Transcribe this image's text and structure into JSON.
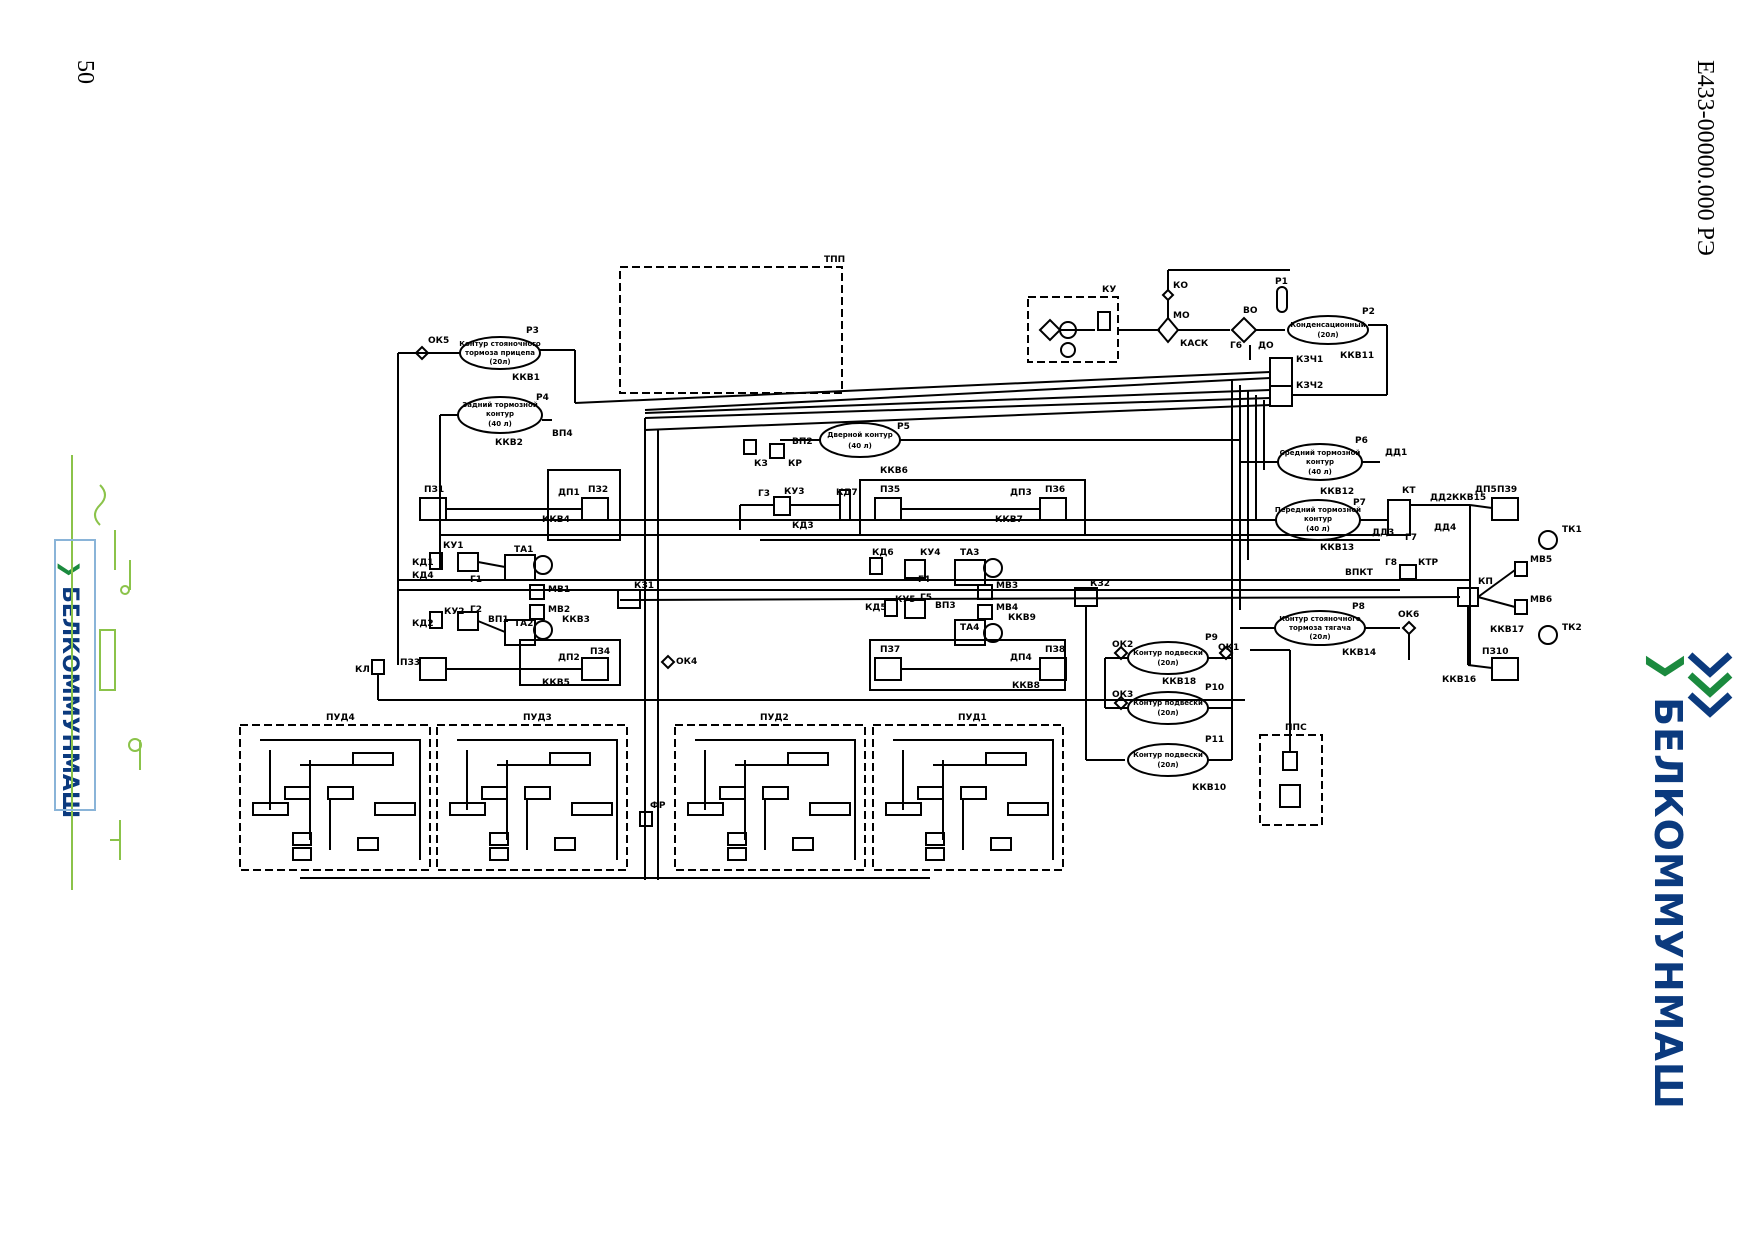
{
  "page": {
    "number": "50",
    "doc_code": "Е433-00000.000 РЭ",
    "brand": "БЕЛКОММУНМАШ"
  },
  "labels": {
    "tpp": "ТПП",
    "ku": "КУ",
    "ko": "КО",
    "mo": "МО",
    "kask": "КАСК",
    "r1": "Р1",
    "vo": "ВО",
    "r2": "Р2",
    "g6": "Г6",
    "do": "ДО",
    "kkv11": "ККВ11",
    "kzch1": "КЗЧ1",
    "kzch2": "КЗЧ2",
    "ok5": "ОК5",
    "r3": "Р3",
    "kkv1": "ККВ1",
    "r4": "Р4",
    "vp4": "ВП4",
    "kkv2": "ККВ2",
    "r5": "Р5",
    "vp2": "ВП2",
    "kz": "КЗ",
    "kr": "КР",
    "kkv6": "ККВ6",
    "r6": "Р6",
    "dd1": "ДД1",
    "kkv12": "ККВ12",
    "r7": "Р7",
    "kt": "КТ",
    "dd2": "ДД2",
    "dd3": "ДД3",
    "dd4": "ДД4",
    "g7": "Г7",
    "kkv13": "ККВ13",
    "kkv15": "ККВ15",
    "dp5": "ДП5",
    "pz9": "ПЗ9",
    "tk1": "ТК1",
    "mv5": "МВ5",
    "g8": "Г8",
    "ktr": "КТР",
    "vpkt": "ВПКТ",
    "kp": "КП",
    "mv6": "МВ6",
    "r8": "Р8",
    "kkv14": "ККВ14",
    "ok6": "ОК6",
    "kkv17": "ККВ17",
    "tk2": "ТК2",
    "kkv16": "ККВ16",
    "pz10": "ПЗ10",
    "pz1": "ПЗ1",
    "dp1": "ДП1",
    "pz2": "ПЗ2",
    "kkv4": "ККВ4",
    "ku1": "КУ1",
    "kd1": "КД1",
    "kd4": "КД4",
    "g1": "Г1",
    "ta1": "ТА1",
    "mv1": "МВ1",
    "ku2": "КУ2",
    "kd2": "КД2",
    "g2": "Г2",
    "vp1": "ВП1",
    "ta2": "ТА2",
    "mv2": "МВ2",
    "kkv3": "ККВ3",
    "kz1": "КЗ1",
    "kl": "КЛ",
    "pz3": "ПЗ3",
    "dp2": "ДП2",
    "pz4": "ПЗ4",
    "kkv5": "ККВ5",
    "ok4": "ОК4",
    "g3": "Г3",
    "ku3": "КУ3",
    "kd3": "КД3",
    "kd7": "КД7",
    "pz5": "ПЗ5",
    "dp3": "ДП3",
    "pz6": "ПЗ6",
    "kkv7": "ККВ7",
    "kd6": "КД6",
    "ku4": "КУ4",
    "g4": "Г4",
    "ta3": "ТА3",
    "mv3": "МВ3",
    "kd5": "КД5",
    "ku5": "КУ5",
    "g5": "Г5",
    "vp3": "ВП3",
    "mv4": "МВ4",
    "kkv9": "ККВ9",
    "ta4": "ТА4",
    "kz2": "КЗ2",
    "pz7": "ПЗ7",
    "dp4": "ДП4",
    "kkv8": "ККВ8",
    "pz8": "ПЗ8",
    "ok2": "ОК2",
    "r9": "Р9",
    "ok1": "ОК1",
    "kkv18": "ККВ18",
    "r10": "Р10",
    "ok3": "ОК3",
    "r11": "Р11",
    "kkv10": "ККВ10",
    "pps": "ППС",
    "fr": "ФР",
    "pud4": "ПУД4",
    "pud3": "ПУД3",
    "pud2": "ПУД2",
    "pud1": "ПУД1"
  },
  "receivers": {
    "r2_l1": "Конденсационный",
    "r2_l2": "(20л)",
    "r3_l1": "Контур стояночного",
    "r3_l2": "тормоза прицепа",
    "r3_l3": "(20л)",
    "r4_l1": "Задний тормозной",
    "r4_l2": "контур",
    "r4_l3": "(40 л)",
    "r5_l1": "Дверной контур",
    "r5_l2": "(40 л)",
    "r6_l1": "Средний тормозной",
    "r6_l2": "контур",
    "r6_l3": "(40 л)",
    "r7_l1": "Передний тормозной",
    "r7_l2": "контур",
    "r7_l3": "(40 л)",
    "r8_l1": "Контур стояночного",
    "r8_l2": "тормоза тягача",
    "r8_l3": "(20л)",
    "r9_l1": "Контур подвески",
    "r9_l2": "(20л)",
    "r10_l1": "Контур подвески",
    "r10_l2": "(20л)",
    "r11_l1": "Контур подвески",
    "r11_l2": "(20л)"
  }
}
